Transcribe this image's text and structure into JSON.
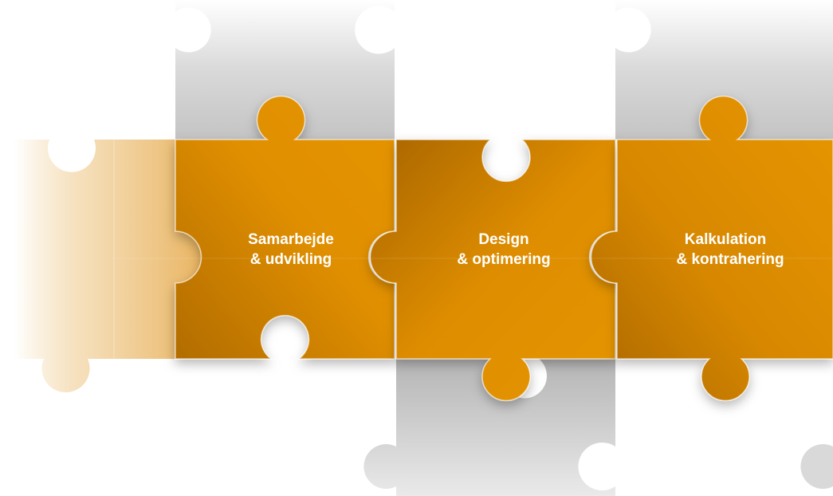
{
  "colors": {
    "orange": "#e39200",
    "orange_dark": "#b56f00",
    "orange_light": "#f2c98a",
    "grey": "#cfcfcf",
    "grey_dark": "#b9b9b9",
    "text": "#ffffff"
  },
  "pieces": [
    {
      "line1": "Samarbejde",
      "line2": "& udvikling"
    },
    {
      "line1": "Design",
      "line2": "& optimering"
    },
    {
      "line1": "Kalkulation",
      "line2": "& kontrahering"
    }
  ]
}
